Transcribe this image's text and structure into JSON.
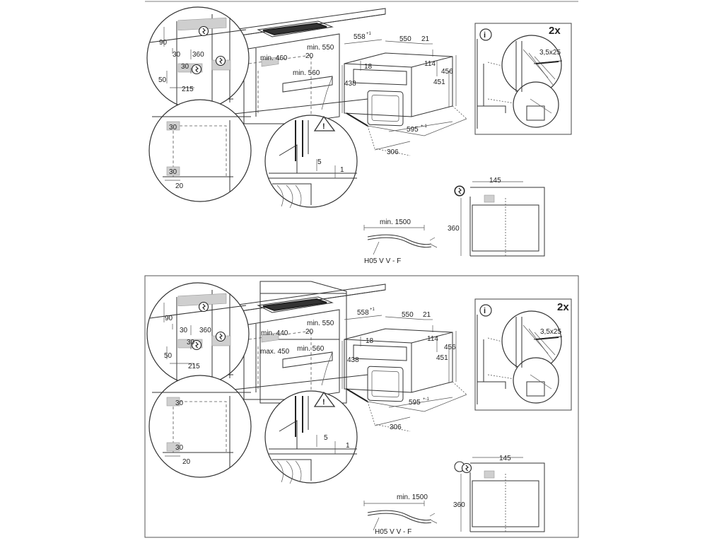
{
  "panels": [
    {
      "id": "top",
      "labels": {
        "d90": "90",
        "d30a": "30",
        "d360": "360",
        "d30b": "30",
        "d50": "50",
        "d215": "215",
        "min460": "min. 460",
        "min550": "min. 550",
        "d20": "20",
        "min560": "min. 560",
        "d558": "558",
        "sup558": "+1",
        "d550": "550",
        "d21": "21",
        "d18": "18",
        "d114": "114",
        "d456": "456",
        "d438": "438",
        "d451": "451",
        "d595": "595",
        "sup595": "+-1",
        "d306": "306",
        "d30c": "30",
        "d30d": "30",
        "d20b": "20",
        "d5": "5",
        "d1": "1",
        "screw": "3,5x25",
        "qty": "2x",
        "info": "i",
        "d145": "145",
        "d360b": "360",
        "min1500": "min. 1500",
        "cable": "H05 V V - F"
      }
    },
    {
      "id": "bottom",
      "labels": {
        "d90": "90",
        "d30a": "30",
        "d360": "360",
        "d30b": "30",
        "d50": "50",
        "d215": "215",
        "min440": "min. 440",
        "max450": "max. 450",
        "min550": "min. 550",
        "d20": "20",
        "min560": "min. 560",
        "d558": "558",
        "sup558": "+1",
        "d550": "550",
        "d21": "21",
        "d18": "18",
        "d114": "114",
        "d456": "456",
        "d438": "438",
        "d451": "451",
        "d595": "595",
        "sup595": "+-1",
        "d306": "306",
        "d30c": "30",
        "d30d": "30",
        "d20b": "20",
        "d5": "5",
        "d1": "1",
        "screw": "3,5x25",
        "qty": "2x",
        "info": "i",
        "d145": "145",
        "d360b": "360",
        "min1500": "min. 1500",
        "cable": "H05 V V - F"
      }
    }
  ],
  "icons": {
    "power": "power-socket-icon",
    "warning": "warning-triangle-icon",
    "info": "info-icon"
  }
}
